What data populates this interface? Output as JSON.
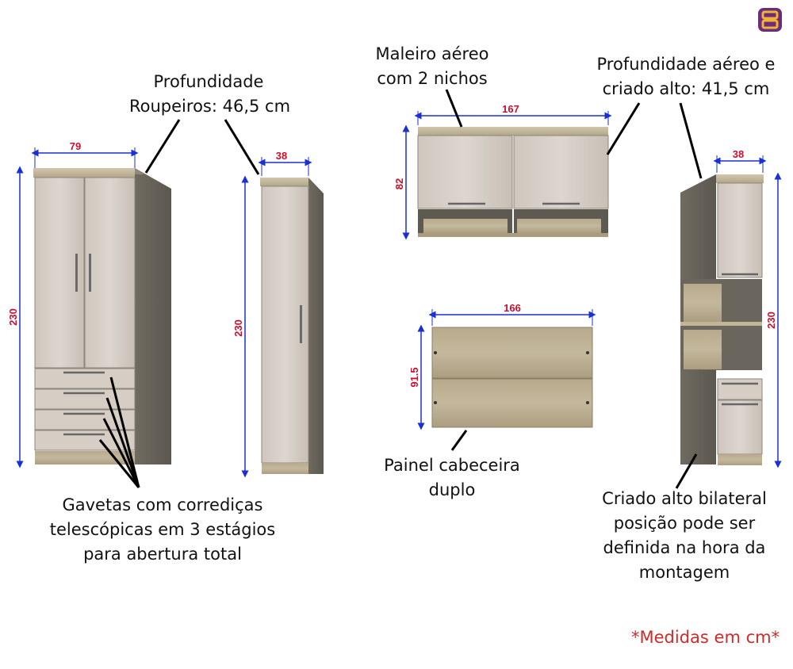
{
  "labels": {
    "profundidade_roupeiros": [
      "Profundidade",
      "Roupeiros: 46,5 cm"
    ],
    "maleiro": [
      "Maleiro aéreo",
      "com 2 nichos"
    ],
    "profundidade_aereo": [
      "Profundidade aéreo e",
      "criado alto: 41,5 cm"
    ],
    "gavetas": [
      "Gavetas com corrediças",
      "telescópicas em 3 estágios",
      "para abertura total"
    ],
    "painel": [
      "Painel cabeceira",
      "duplo"
    ],
    "criado": [
      "Criado alto  bilateral",
      "posição pode ser",
      "definida na hora da",
      "montagem"
    ],
    "note": "*Medidas em cm*"
  },
  "dimensions": {
    "roupeiro_width": "79",
    "roupeiro_height": "230",
    "coluna_width": "38",
    "coluna_height": "230",
    "maleiro_width": "167",
    "maleiro_height": "82",
    "painel_width": "166",
    "painel_height": "91.5",
    "criado_width": "38",
    "criado_height": "230"
  },
  "colors": {
    "dimension_line": "#1a2fd6",
    "dimension_text": "#c8102e",
    "note": "#d12a2a",
    "logo_bg": "#6b2c7a",
    "logo_fg": "#f2b233"
  },
  "icons": {
    "logo": "brand-logo-icon"
  }
}
